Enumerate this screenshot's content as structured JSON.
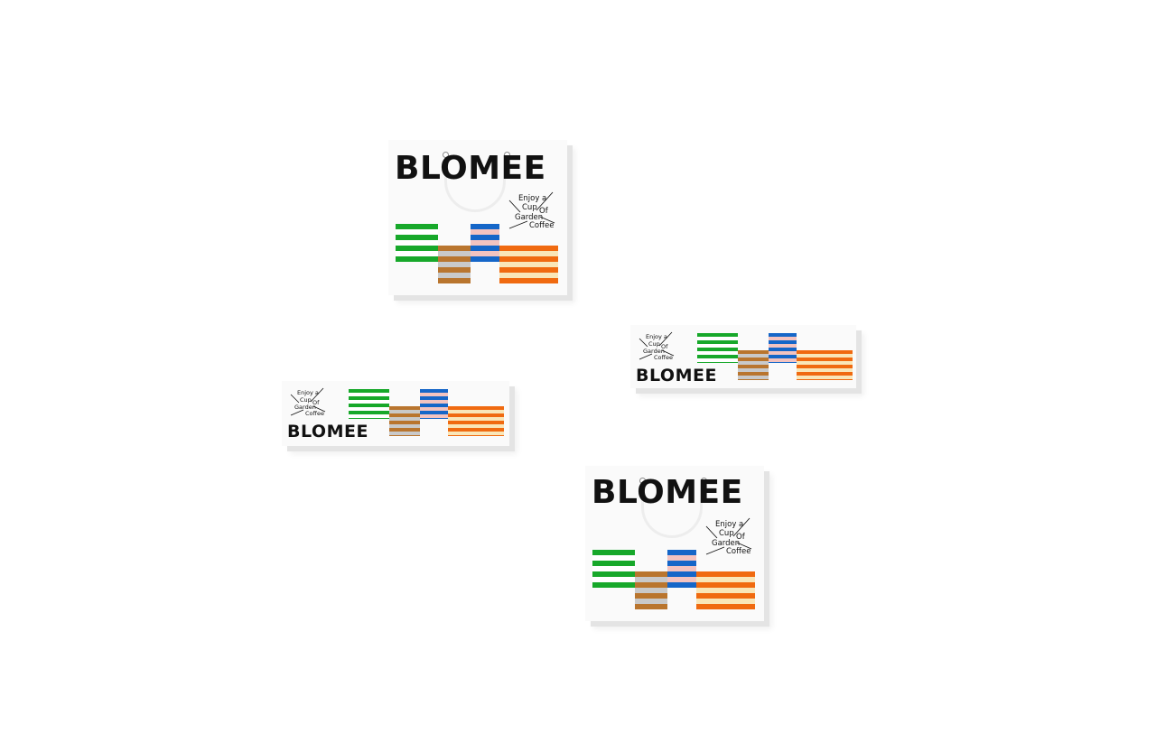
{
  "brand": {
    "name": "BLOMEE",
    "tagline_words": [
      "Enjoy a",
      "Cup",
      "Of",
      "Garden",
      "Coffee"
    ]
  },
  "colors": {
    "green": "#17a82a",
    "blue": "#1566c8",
    "brown": "#b9752e",
    "orange": "#f06a10",
    "pink": "#f3c3c0",
    "cream": "#f9e6b8",
    "grey_stripe": "#c9c9c9"
  },
  "items": [
    {
      "kind": "shopping-bag"
    },
    {
      "kind": "coffee-sleeve"
    },
    {
      "kind": "coffee-sleeve"
    },
    {
      "kind": "shopping-bag"
    }
  ]
}
